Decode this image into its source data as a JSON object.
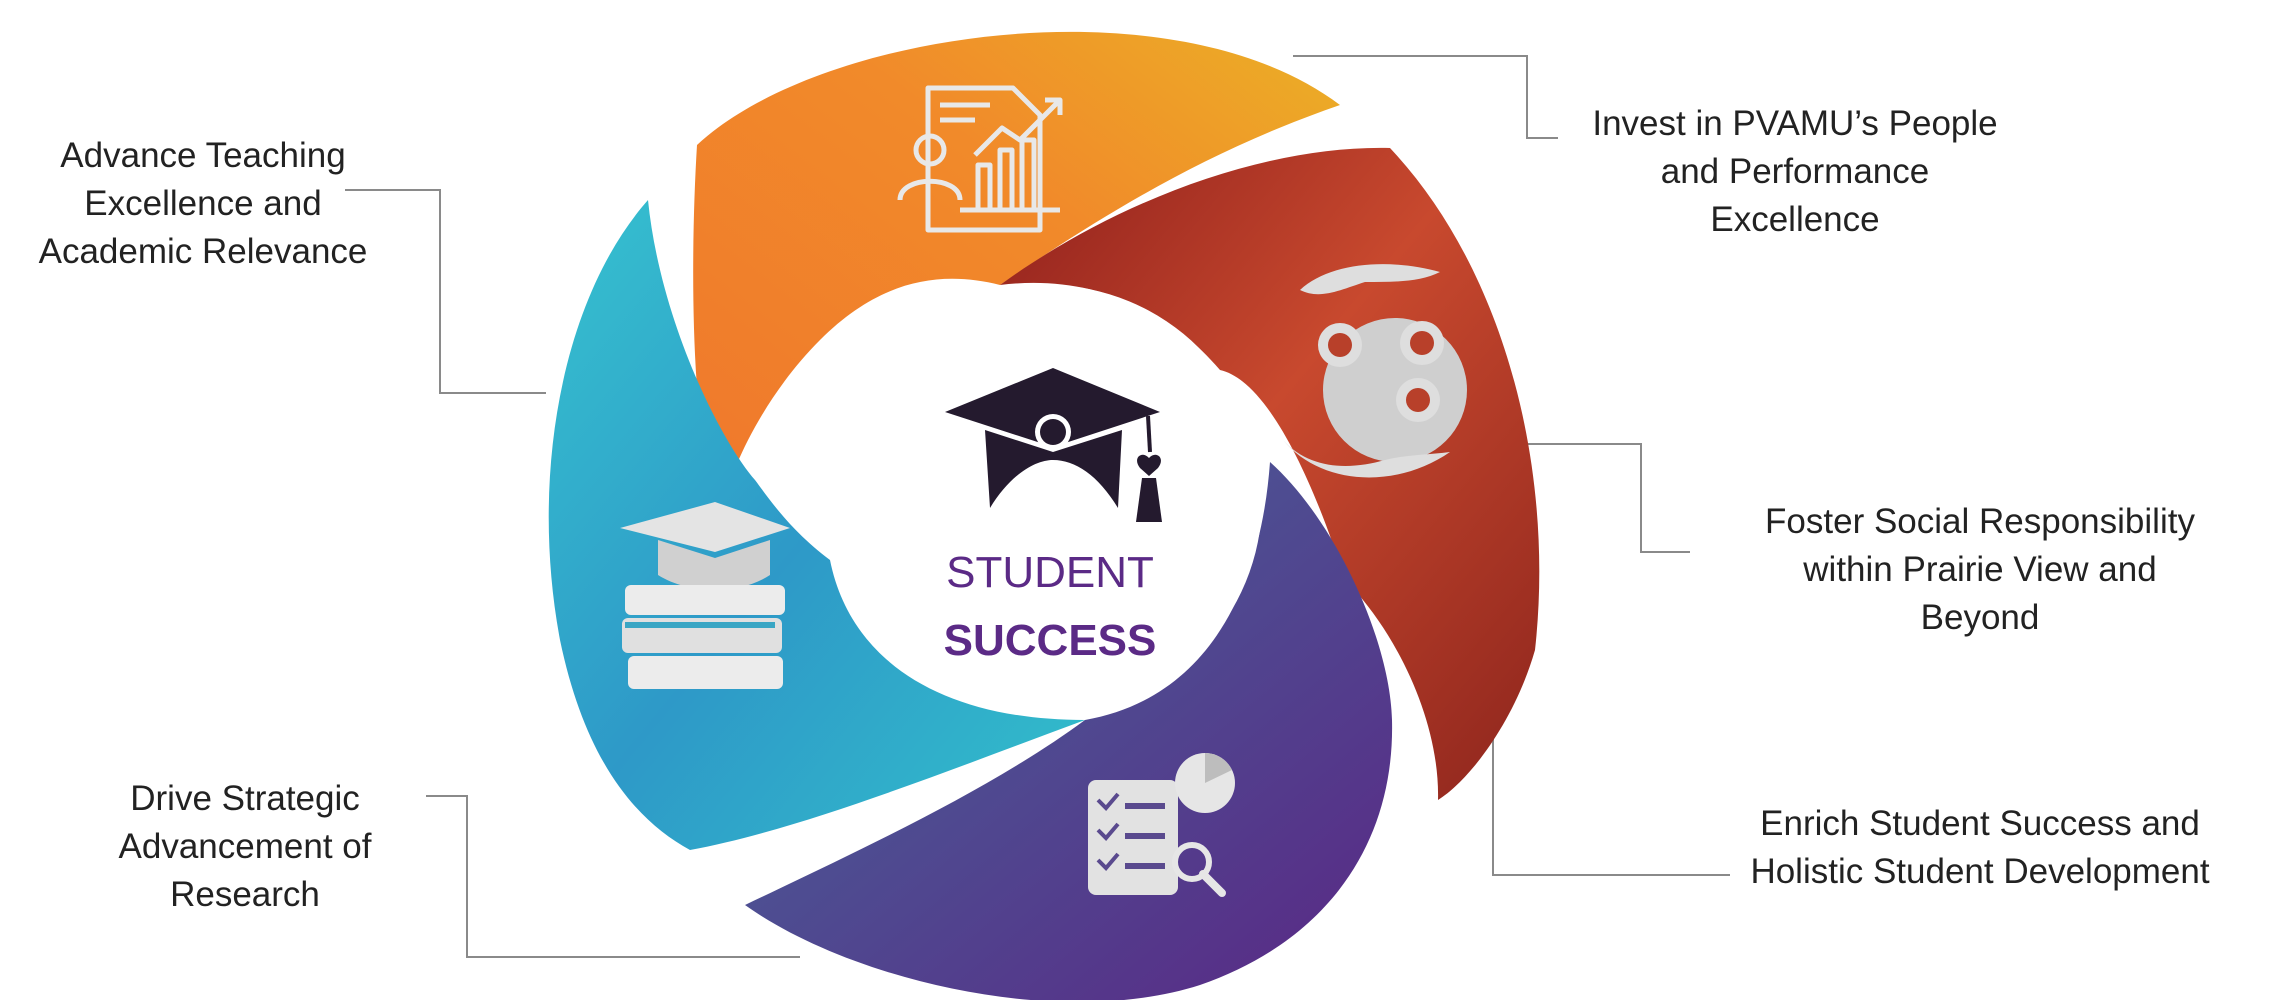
{
  "center": {
    "line1": "STUDENT",
    "line2": "SUCCESS",
    "icon": "graduation-cap-with-student-icon"
  },
  "goals": [
    {
      "id": "teaching",
      "lines": [
        "Advance Teaching",
        "Excellence and",
        "Academic Relevance"
      ],
      "icon": "books-with-graduation-cap-icon",
      "color": "#2fb2c9"
    },
    {
      "id": "people",
      "lines": [
        "Invest in PVAMU’s People",
        "and Performance",
        "Excellence"
      ],
      "icon": "document-with-person-and-growth-chart-icon",
      "color": "#f2a126"
    },
    {
      "id": "social",
      "lines": [
        "Foster Social Responsibility",
        "within Prairie View and",
        "Beyond"
      ],
      "icon": "hands-holding-globe-with-people-icon",
      "color": "#b8402a"
    },
    {
      "id": "student",
      "lines": [
        "Enrich Student Success and",
        "Holistic Student Development"
      ],
      "icon": "checklist-with-pie-chart-and-magnifier-icon",
      "color": "#5a2e8a"
    },
    {
      "id": "research",
      "lines": [
        "Drive Strategic",
        "Advancement of",
        "Research"
      ],
      "icon": "checklist-with-pie-chart-and-magnifier-icon",
      "color": "#5a2e8a"
    }
  ]
}
